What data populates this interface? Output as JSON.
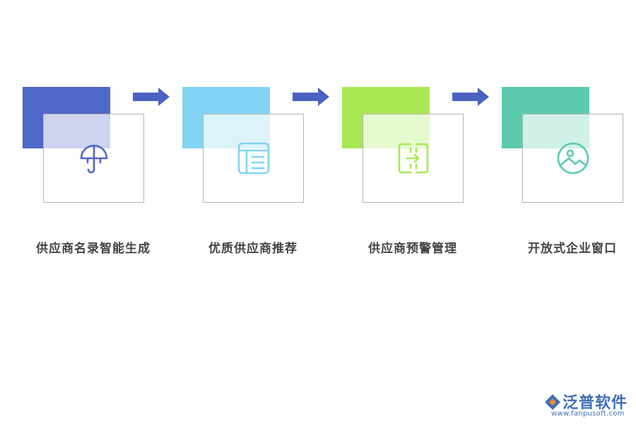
{
  "steps": [
    {
      "label": "供应商名录智能生成",
      "color": "#4f67c8",
      "icon": "umbrella-icon"
    },
    {
      "label": "优质供应商推荐",
      "color": "#82d3f4",
      "icon": "list-icon"
    },
    {
      "label": "供应商预警管理",
      "color": "#a8e854",
      "icon": "transfer-icon"
    },
    {
      "label": "开放式企业窗口",
      "color": "#5ccbae",
      "icon": "image-icon"
    }
  ],
  "arrow_color": "#4a62c2",
  "logo": {
    "name": "泛普软件",
    "url": "www.fanpusoft.com",
    "color": "#3d6fb6"
  }
}
